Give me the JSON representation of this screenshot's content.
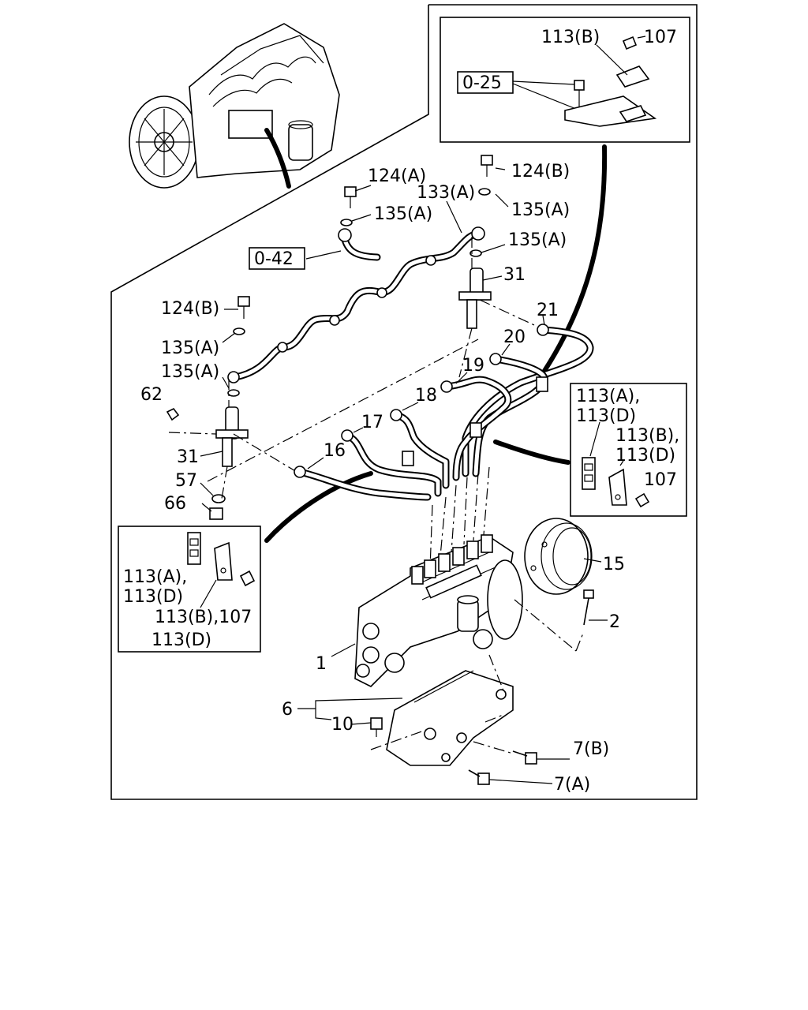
{
  "callouts": {
    "p113b_top": "113(B)",
    "p107_top": "107",
    "ref_0_25": "0-25",
    "p124a": "124(A)",
    "p124b_top": "124(B)",
    "p133a": "133(A)",
    "p135a_1": "135(A)",
    "p135a_2": "135(A)",
    "p135a_3": "135(A)",
    "ref_0_42": "0-42",
    "p31_right": "31",
    "p21": "21",
    "p124b_left": "124(B)",
    "p135a_4": "135(A)",
    "p135a_5": "135(A)",
    "p20": "20",
    "p19": "19",
    "p62": "62",
    "p18": "18",
    "p17": "17",
    "p16": "16",
    "p31_left": "31",
    "p57": "57",
    "p66": "66",
    "r_113a": "113(A),",
    "r_113d_1": "113(D)",
    "r_113b": "113(B),",
    "r_113d_2": "113(D)",
    "r_107": "107",
    "p15": "15",
    "l_113a": "113(A),",
    "l_113d_1": "113(D)",
    "l_113b": "113(B),107",
    "l_113d_2": "113(D)",
    "p2": "2",
    "p1": "1",
    "p6": "6",
    "p10": "10",
    "p7b": "7(B)",
    "p7a": "7(A)"
  }
}
